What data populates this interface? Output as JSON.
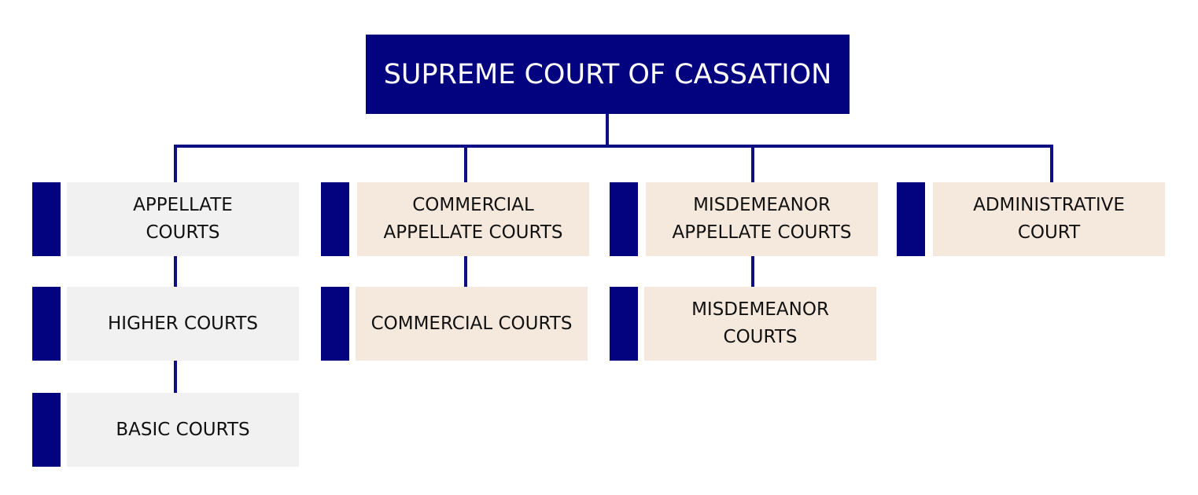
{
  "colors": {
    "navy": "#03037f",
    "connector": "#0f0f84",
    "grey_box": "#f1f1f1",
    "beige_box": "#f5e9de",
    "text": "#111111",
    "root_text": "#ffffff"
  },
  "root": {
    "label": "SUPREME COURT OF CASSATION"
  },
  "columns": [
    {
      "courts": [
        {
          "label": "APPELLATE\nCOURTS"
        },
        {
          "label": "HIGHER COURTS"
        },
        {
          "label": "BASIC COURTS"
        }
      ]
    },
    {
      "courts": [
        {
          "label": "COMMERCIAL\nAPPELLATE COURTS"
        },
        {
          "label": "COMMERCIAL COURTS"
        }
      ]
    },
    {
      "courts": [
        {
          "label": "MISDEMEANOR\nAPPELLATE COURTS"
        },
        {
          "label": "MISDEMEANOR\nCOURTS"
        }
      ]
    },
    {
      "courts": [
        {
          "label": "ADMINISTRATIVE\nCOURT"
        }
      ]
    }
  ]
}
